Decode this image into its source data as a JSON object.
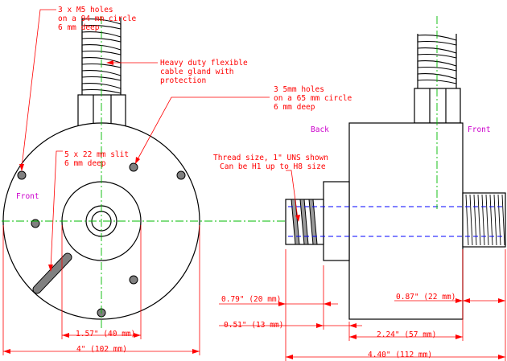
{
  "notes": {
    "m5_holes": [
      "3 x M5 holes",
      "on a 94 mm circle",
      "6 mm deep"
    ],
    "cable_gland": [
      "Heavy duty flexible",
      "cable gland with",
      "protection"
    ],
    "holes_5mm": [
      "3  5mm holes",
      "on a 65 mm circle",
      "6 mm deep"
    ],
    "slit": [
      "5 x 22 mm slit",
      "6 mm deep"
    ],
    "thread": [
      "Thread size, 1\" UNS shown",
      "Can be H1 up to H8 size"
    ]
  },
  "labels": {
    "front_left": "Front",
    "back": "Back",
    "front_right": "Front"
  },
  "dimensions": {
    "inner_dia": "1.57\" (40 mm)",
    "outer_dia": "4\" (102 mm)",
    "thread_len": "0.79\" (20 mm)",
    "gap": "0.51\" (13 mm)",
    "body_len": "2.24\" (57 mm)",
    "front_len": "0.87\" (22 mm)",
    "overall_len": "4.40\" (112 mm)"
  },
  "colors": {
    "annotation": "#ff0000",
    "view_label": "#cc00cc",
    "center_line": "#00bb00",
    "hidden_line": "#0000ff"
  }
}
